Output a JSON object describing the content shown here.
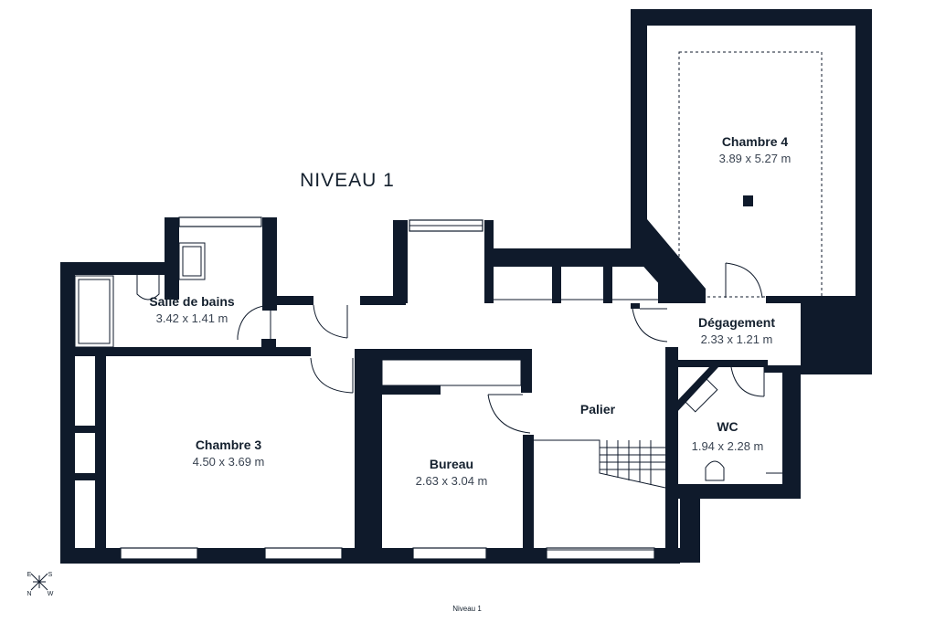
{
  "plan": {
    "title": "NIVEAU 1",
    "footer": "Niveau 1",
    "compass": {
      "e": "E",
      "s": "S",
      "n": "N",
      "w": "W"
    }
  },
  "rooms": {
    "chambre4": {
      "name": "Chambre 4",
      "dims": "3.89 x 5.27 m"
    },
    "salle_de_bains": {
      "name": "Salle de bains",
      "dims": "3.42 x 1.41 m"
    },
    "degagement": {
      "name": "Dégagement",
      "dims": "2.33 x 1.21 m"
    },
    "chambre3": {
      "name": "Chambre 3",
      "dims": "4.50 x 3.69 m"
    },
    "palier": {
      "name": "Palier"
    },
    "bureau": {
      "name": "Bureau",
      "dims": "2.63 x 3.04 m"
    },
    "wc": {
      "name": "WC",
      "dims": "1.94 x 2.28 m"
    }
  }
}
